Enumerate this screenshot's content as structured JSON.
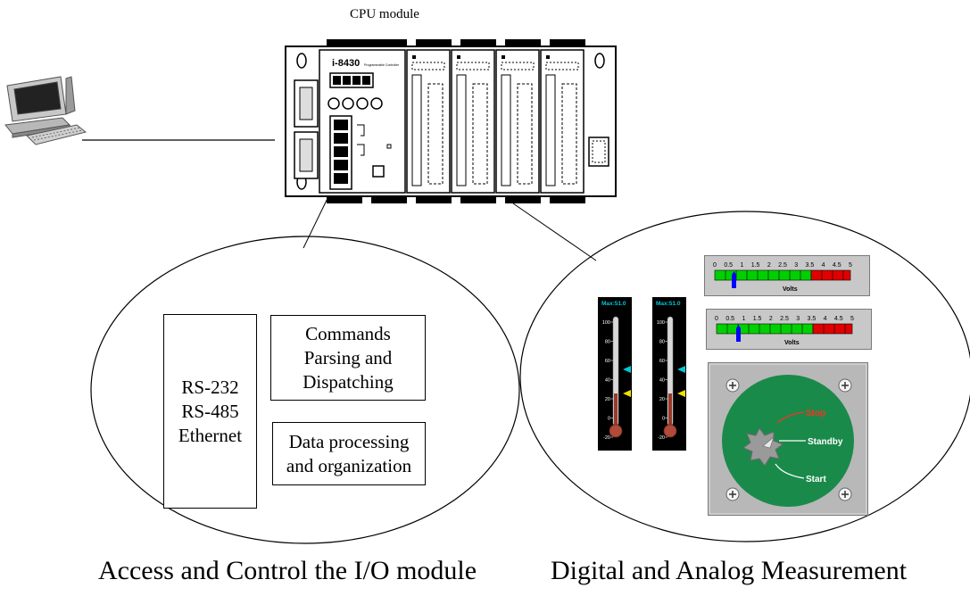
{
  "labels": {
    "cpu_module": "CPU module",
    "left_caption": "Access and Control the I/O module",
    "right_caption": "Digital and Analog Measurement"
  },
  "left_ellipse": {
    "interfaces_box": "RS-232\nRS-485\nEthernet",
    "commands_box": "Commands\nParsing and\nDispatching",
    "data_box": "Data processing\nand organization"
  },
  "controller": {
    "model": "i-8430",
    "brand_text": "Programmable Controller"
  },
  "voltmeters": {
    "ticks": [
      "0",
      "0.5",
      "1",
      "1.5",
      "2",
      "2.5",
      "3",
      "3.5",
      "4",
      "4.5",
      "5"
    ],
    "unit": "Volts"
  },
  "thermometers": {
    "header": "Max:51.0",
    "ticks": [
      "100",
      "80",
      "60",
      "40",
      "20",
      "0",
      "-20"
    ]
  },
  "knob": {
    "stop": "Stop",
    "standby": "Standby",
    "start": "Start"
  },
  "colors": {
    "bar_green": "#00d000",
    "bar_red": "#e00000",
    "knob_green": "#1a8a4a",
    "pointer_blue": "#0000ff",
    "marker_cyan": "#00c8d8",
    "marker_yellow": "#f0e000"
  }
}
